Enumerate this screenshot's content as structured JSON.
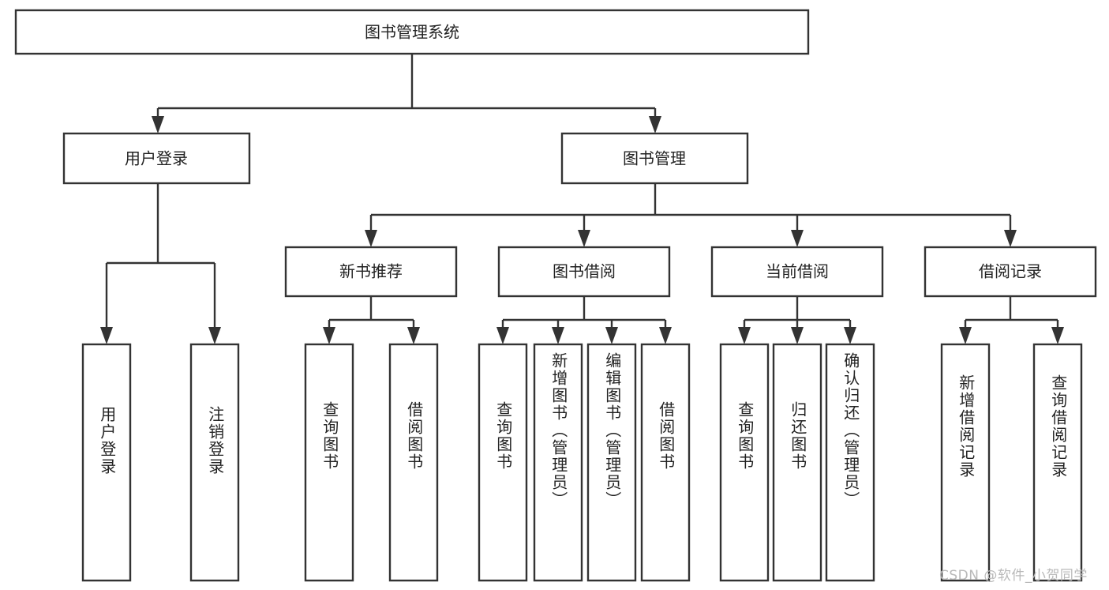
{
  "diagram": {
    "type": "tree-hierarchy",
    "title": "图书管理系统",
    "root": {
      "id": "root",
      "label": "图书管理系统",
      "shape": "rectangle",
      "orientation": "horizontal-text"
    },
    "level1": [
      {
        "id": "user-login",
        "label": "用户登录",
        "shape": "rectangle"
      },
      {
        "id": "book-manage",
        "label": "图书管理",
        "shape": "rectangle"
      }
    ],
    "level2": [
      {
        "id": "new-book-recommend",
        "label": "新书推荐",
        "parent": "book-manage"
      },
      {
        "id": "book-borrow",
        "label": "图书借阅",
        "parent": "book-manage"
      },
      {
        "id": "current-borrow",
        "label": "当前借阅",
        "parent": "book-manage"
      },
      {
        "id": "borrow-record",
        "label": "借阅记录",
        "parent": "book-manage"
      }
    ],
    "leaves": [
      {
        "id": "leaf-user-login",
        "label": "用户登录",
        "parent": "user-login",
        "orientation": "vertical-text"
      },
      {
        "id": "leaf-user-logout",
        "label": "注销登录",
        "parent": "user-login",
        "orientation": "vertical-text"
      },
      {
        "id": "leaf-query-book-1",
        "label": "查询图书",
        "parent": "new-book-recommend",
        "orientation": "vertical-text"
      },
      {
        "id": "leaf-borrow-book-1",
        "label": "借阅图书",
        "parent": "new-book-recommend",
        "orientation": "vertical-text"
      },
      {
        "id": "leaf-query-book-2",
        "label": "查询图书",
        "parent": "book-borrow",
        "orientation": "vertical-text"
      },
      {
        "id": "leaf-add-book",
        "label": "新增图书（管理员）",
        "parent": "book-borrow",
        "orientation": "vertical-text"
      },
      {
        "id": "leaf-edit-book",
        "label": "编辑图书（管理员）",
        "parent": "book-borrow",
        "orientation": "vertical-text"
      },
      {
        "id": "leaf-borrow-book-2",
        "label": "借阅图书",
        "parent": "book-borrow",
        "orientation": "vertical-text"
      },
      {
        "id": "leaf-query-book-3",
        "label": "查询图书",
        "parent": "current-borrow",
        "orientation": "vertical-text"
      },
      {
        "id": "leaf-return-book",
        "label": "归还图书",
        "parent": "current-borrow",
        "orientation": "vertical-text"
      },
      {
        "id": "leaf-confirm-return",
        "label": "确认归还（管理员）",
        "parent": "current-borrow",
        "orientation": "vertical-text"
      },
      {
        "id": "leaf-add-record",
        "label": "新增借阅记录",
        "parent": "borrow-record",
        "orientation": "vertical-text"
      },
      {
        "id": "leaf-query-record",
        "label": "查询借阅记录",
        "parent": "borrow-record",
        "orientation": "vertical-text"
      }
    ],
    "colors": {
      "box_stroke": "#333333",
      "box_fill": "#ffffff",
      "text": "#222222",
      "background": "#ffffff",
      "watermark": "#b9b9b9"
    }
  },
  "watermark": {
    "text": "CSDN @软件_小贺同学"
  }
}
